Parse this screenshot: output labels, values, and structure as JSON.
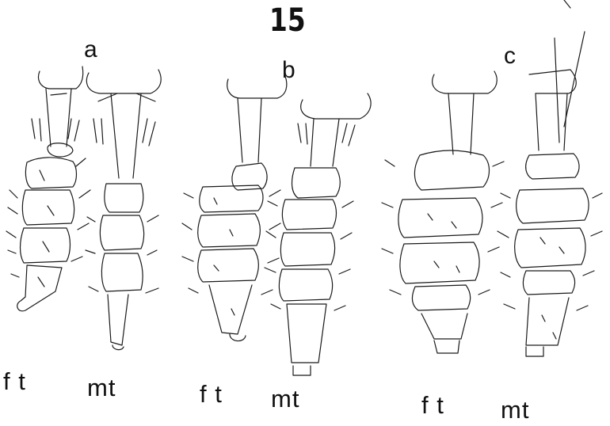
{
  "figure_number": "15",
  "panels": [
    {
      "letter": "a",
      "left_label": "f t",
      "right_label": "mt"
    },
    {
      "letter": "b",
      "left_label": "f t",
      "right_label": "mt"
    },
    {
      "letter": "c",
      "left_label": "f t",
      "right_label": "mt"
    }
  ],
  "colors": {
    "ink": "#111111",
    "background": "#ffffff"
  }
}
